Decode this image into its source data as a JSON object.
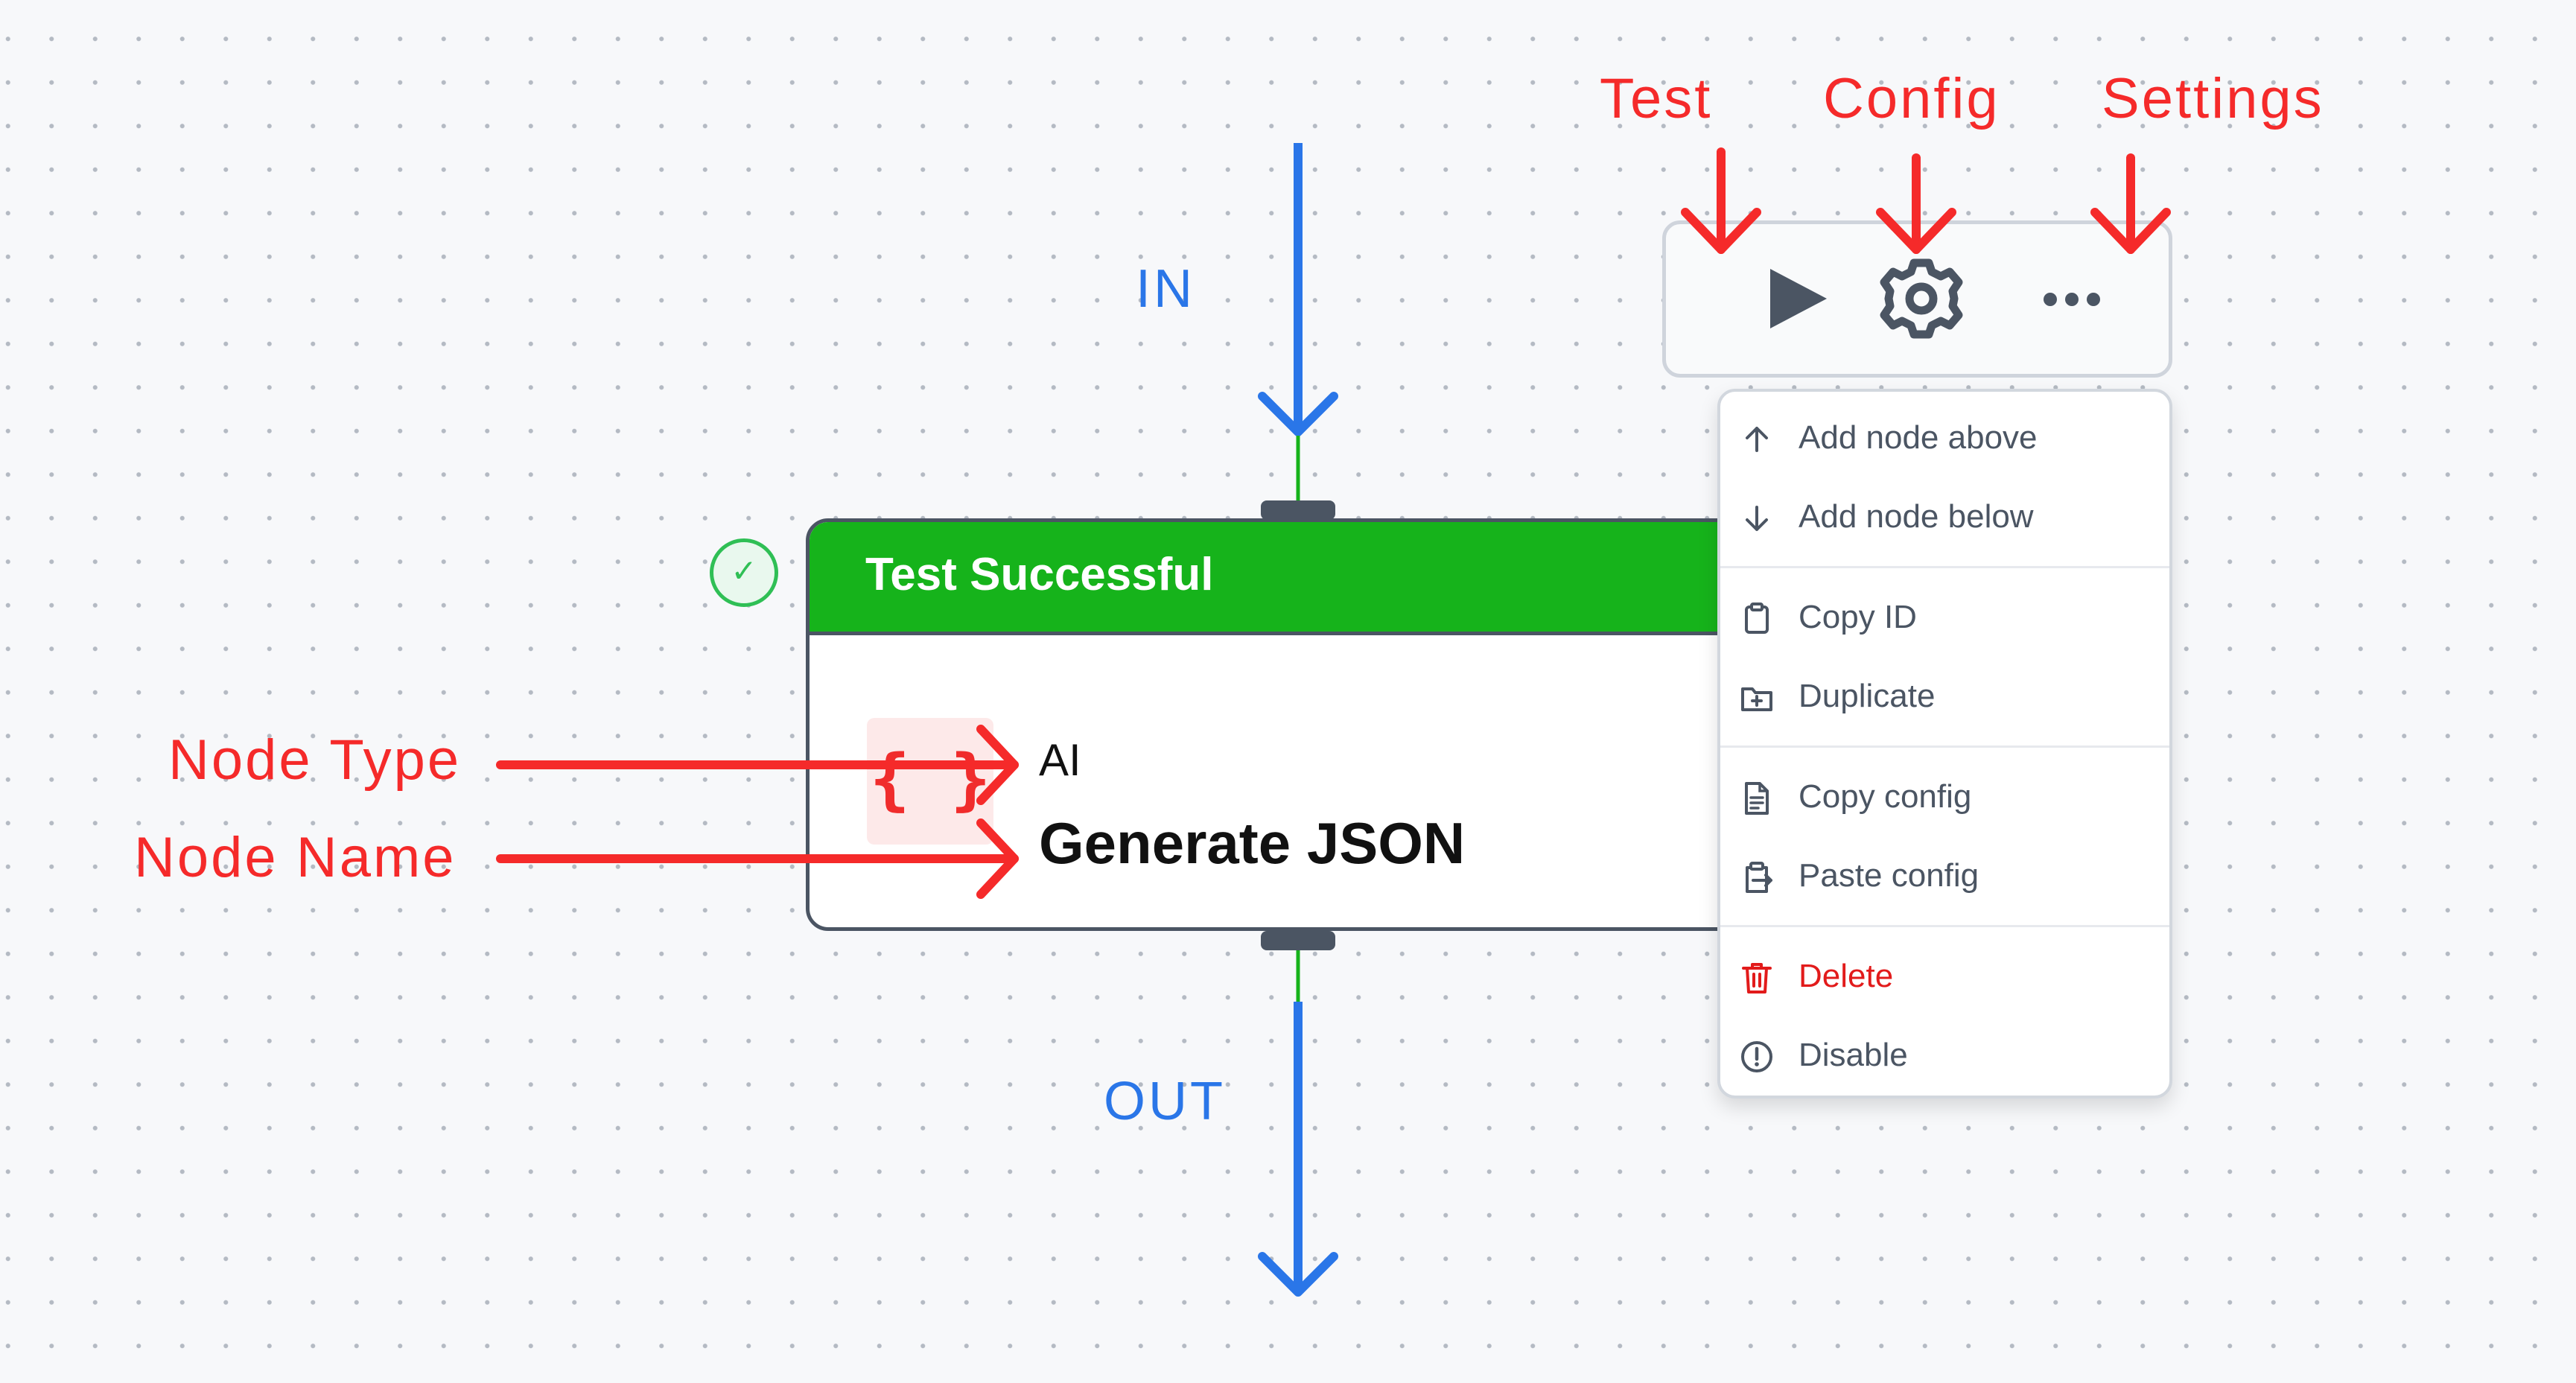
{
  "annotations": {
    "test": "Test",
    "config": "Config",
    "settings": "Settings",
    "node_type": "Node Type",
    "node_name": "Node Name",
    "in": "IN",
    "out": "OUT"
  },
  "node": {
    "status": "Test Successful",
    "type": "AI",
    "name": "Generate JSON",
    "type_icon": "{ }",
    "header_color": "#16b31b",
    "check_glyph": "✓"
  },
  "toolbar": {
    "buttons": [
      {
        "id": "test",
        "icon": "play-icon"
      },
      {
        "id": "config",
        "icon": "gear-icon"
      },
      {
        "id": "settings",
        "icon": "more-horizontal-icon"
      }
    ]
  },
  "menu": {
    "items": [
      {
        "label": "Add node above",
        "icon": "arrow-up-icon"
      },
      {
        "label": "Add node below",
        "icon": "arrow-down-icon"
      },
      {
        "label": "Copy ID",
        "icon": "clipboard-icon"
      },
      {
        "label": "Duplicate",
        "icon": "folder-plus-icon"
      },
      {
        "label": "Copy config",
        "icon": "file-text-icon"
      },
      {
        "label": "Paste config",
        "icon": "paste-icon"
      },
      {
        "label": "Delete",
        "icon": "trash-icon"
      },
      {
        "label": "Disable",
        "icon": "alert-circle-icon"
      }
    ]
  },
  "colors": {
    "annotation_red": "#f52a2a",
    "flow_blue": "#2a76e8",
    "success_green": "#16b31b",
    "danger_red": "#e21b1b"
  }
}
